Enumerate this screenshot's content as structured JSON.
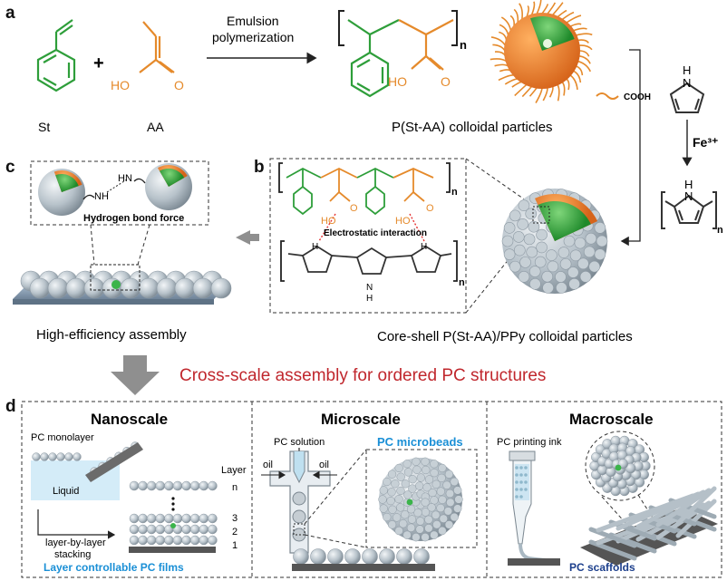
{
  "panels": {
    "a": {
      "letter": "a",
      "arrow_label_1": "Emulsion",
      "arrow_label_2": "polymerization",
      "st": "St",
      "aa": "AA",
      "ho": "HO",
      "o": "O",
      "plus": "+",
      "n": "n",
      "ho2": "HO",
      "o2": "O",
      "cooh": "COOH",
      "product": "P(St-AA) colloidal particles",
      "pyrrole_h": "H",
      "pyrrole_n": "N",
      "fe": "Fe³⁺"
    },
    "b": {
      "letter": "b",
      "interaction": "Electrostatic interaction",
      "ho": "HO",
      "o": "O",
      "ho2": "HO",
      "o2": "O",
      "h": "H",
      "n": "N",
      "n_sub": "n",
      "caption": "Core-shell P(St-AA)/PPy colloidal particles"
    },
    "c": {
      "letter": "c",
      "nh": "NH",
      "hn": "HN",
      "hbond": "Hydrogen bond force",
      "caption": "High-efficiency assembly"
    },
    "d": {
      "letter": "d",
      "heading": "Cross-scale assembly for ordered PC structures",
      "nano": {
        "title": "Nanoscale",
        "monolayer": "PC monolayer",
        "liquid": "Liquid",
        "layer": "Layer",
        "ln": "n",
        "l3": "3",
        "l2": "2",
        "l1": "1",
        "stack1": "layer-by-layer",
        "stack2": "stacking",
        "caption": "Layer controllable PC films"
      },
      "micro": {
        "title": "Microscale",
        "solution": "PC solution",
        "oil1": "oil",
        "oil2": "oil",
        "caption": "PC microbeads"
      },
      "macro": {
        "title": "Macroscale",
        "ink": "PC printing ink",
        "caption": "PC scaffolds"
      }
    }
  },
  "colors": {
    "green": "#2e9e3a",
    "orange": "#e58a2b",
    "red_title": "#c0272d",
    "blue_caption": "#1a8fd6",
    "navy_caption": "#1c3f8c"
  }
}
